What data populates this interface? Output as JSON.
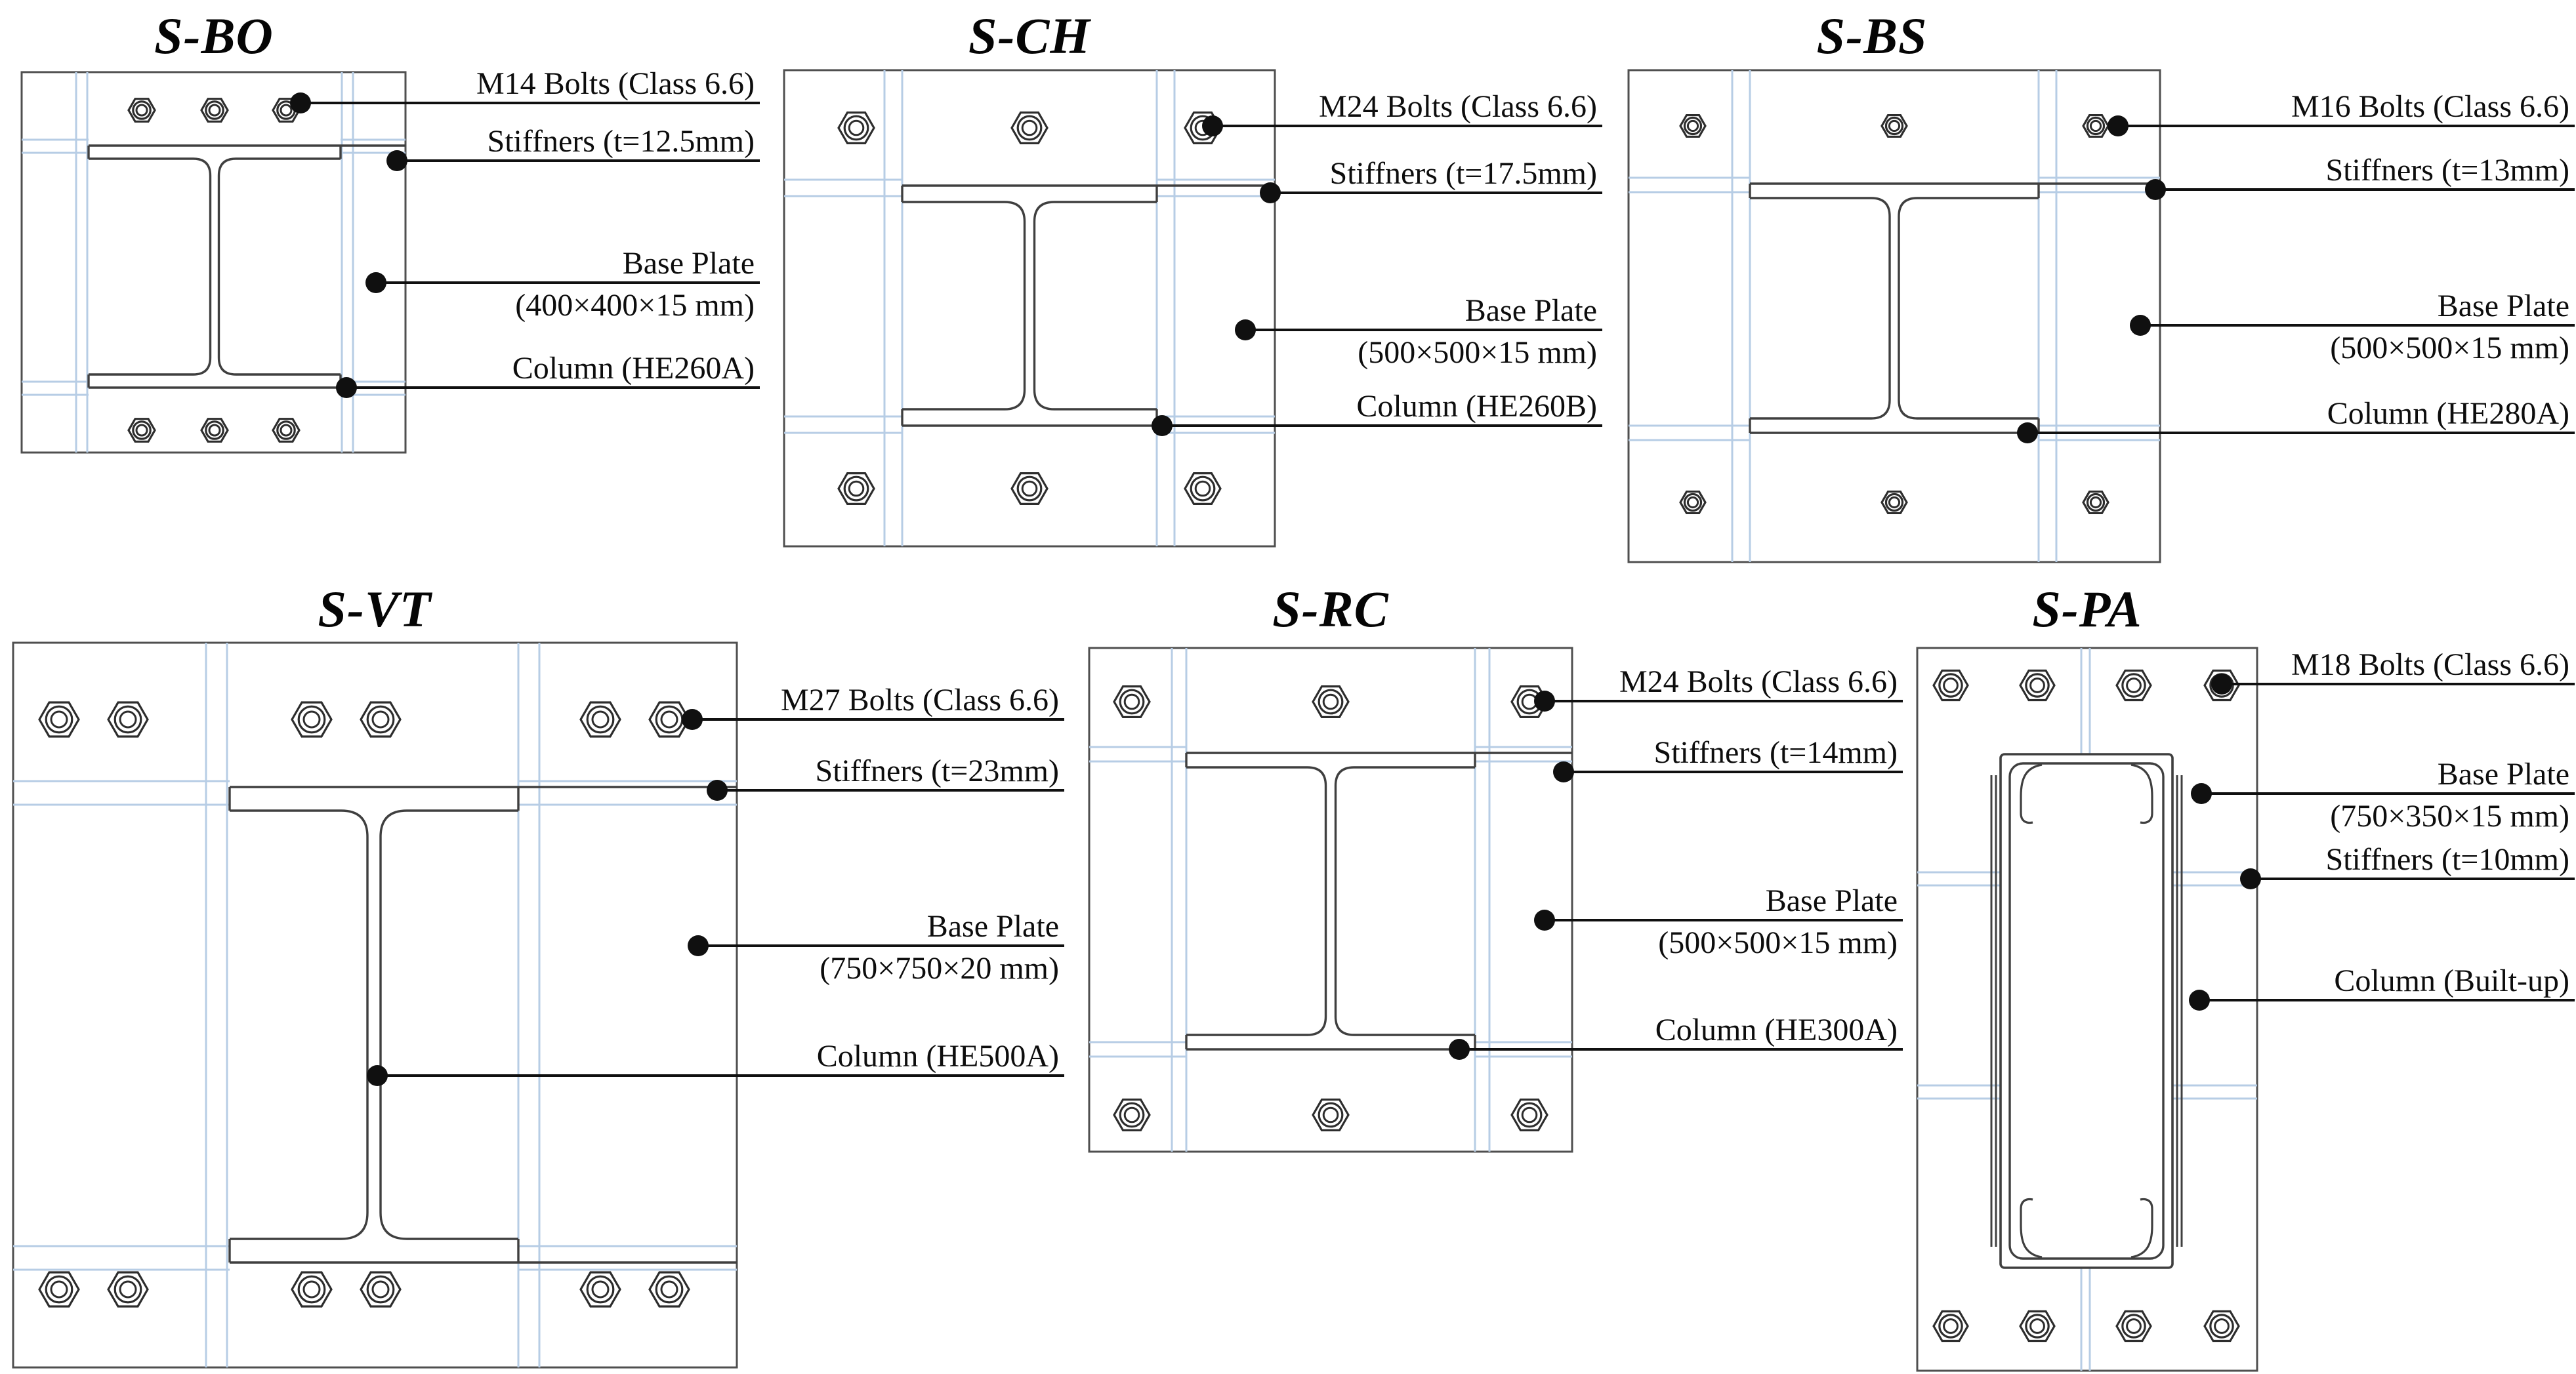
{
  "figure": {
    "description": "Six steel column base-plate connection drawings (plan views) with leader-line annotations",
    "colors": {
      "ink": "#3f3f3f",
      "leader": "#101010",
      "stiffener_blue": "#b7cde5",
      "background": "#ffffff",
      "text": "#0d0d0d"
    }
  },
  "panels": [
    {
      "id": "s-bo",
      "title": "S-BO",
      "annotations": {
        "bolts": "M14 Bolts (Class 6.6)",
        "stiffeners": "Stiffners (t=12.5mm)",
        "base_plate": "Base Plate",
        "base_plate_dims": "(400×400×15 mm)",
        "column": "Column (HE260A)"
      }
    },
    {
      "id": "s-ch",
      "title": "S-CH",
      "annotations": {
        "bolts": "M24 Bolts (Class 6.6)",
        "stiffeners": "Stiffners (t=17.5mm)",
        "base_plate": "Base Plate",
        "base_plate_dims": "(500×500×15 mm)",
        "column": "Column (HE260B)"
      }
    },
    {
      "id": "s-bs",
      "title": "S-BS",
      "annotations": {
        "bolts": "M16 Bolts (Class 6.6)",
        "stiffeners": "Stiffners (t=13mm)",
        "base_plate": "Base Plate",
        "base_plate_dims": "(500×500×15 mm)",
        "column": "Column (HE280A)"
      }
    },
    {
      "id": "s-vt",
      "title": "S-VT",
      "annotations": {
        "bolts": "M27 Bolts (Class 6.6)",
        "stiffeners": "Stiffners (t=23mm)",
        "base_plate": "Base Plate",
        "base_plate_dims": "(750×750×20 mm)",
        "column": "Column (HE500A)"
      }
    },
    {
      "id": "s-rc",
      "title": "S-RC",
      "annotations": {
        "bolts": "M24 Bolts (Class 6.6)",
        "stiffeners": "Stiffners (t=14mm)",
        "base_plate": "Base Plate",
        "base_plate_dims": "(500×500×15 mm)",
        "column": "Column (HE300A)"
      }
    },
    {
      "id": "s-pa",
      "title": "S-PA",
      "annotations": {
        "bolts": "M18 Bolts (Class 6.6)",
        "base_plate": "Base Plate",
        "base_plate_dims": "(750×350×15 mm)",
        "stiffeners": "Stiffners (t=10mm)",
        "column": "Column (Built-up)"
      }
    }
  ]
}
